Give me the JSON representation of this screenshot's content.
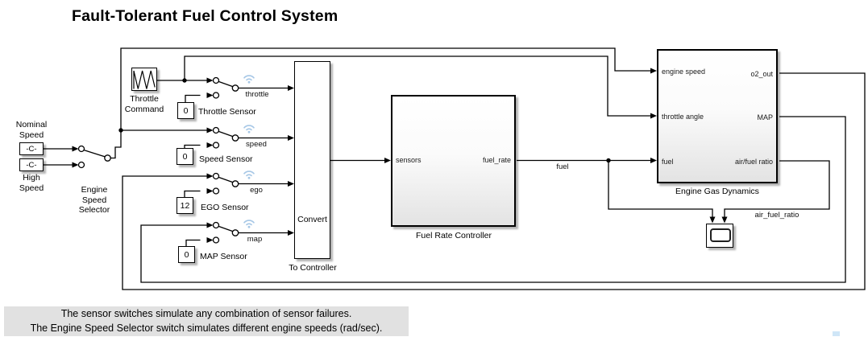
{
  "title": "Fault-Tolerant Fuel Control System",
  "sources": {
    "throttle_command": {
      "label1": "Throttle",
      "label2": "Command"
    },
    "nominal_speed": {
      "label1": "Nominal",
      "label2": "Speed",
      "value": "-C-"
    },
    "high_speed": {
      "label1": "High",
      "label2": "Speed",
      "value": "-C-"
    },
    "selector": {
      "label1": "Engine",
      "label2": "Speed",
      "label3": "Selector"
    }
  },
  "sensors": [
    {
      "signal": "throttle",
      "value": "0",
      "label": "Throttle Sensor"
    },
    {
      "signal": "speed",
      "value": "0",
      "label": "Speed Sensor"
    },
    {
      "signal": "ego",
      "value": "12",
      "label": "EGO Sensor"
    },
    {
      "signal": "map",
      "value": "0",
      "label": "MAP Sensor"
    }
  ],
  "converter": {
    "text": "Convert",
    "label": "To Controller"
  },
  "controller": {
    "label": "Fuel Rate Controller",
    "port_in": "sensors",
    "port_out": "fuel_rate"
  },
  "engine": {
    "label": "Engine Gas Dynamics",
    "in1": "engine speed",
    "in2": "throttle angle",
    "in3": "fuel",
    "out1": "o2_out",
    "out2": "MAP",
    "out3": "air/fuel ratio"
  },
  "wire_labels": {
    "fuel": "fuel",
    "air_fuel_ratio": "air_fuel_ratio"
  },
  "annotation": {
    "line1": "The sensor switches simulate any combination of sensor failures.",
    "line2": "The Engine Speed Selector switch simulates different engine speeds (rad/sec)."
  },
  "colors": {
    "wire": "#000000",
    "wireless_badge": "#a6c7e6",
    "annotation_bg": "#e1e1e1",
    "subsystem_gradient_bottom": "#e3e3e3",
    "artifact_blue": "#cfe6f7"
  }
}
